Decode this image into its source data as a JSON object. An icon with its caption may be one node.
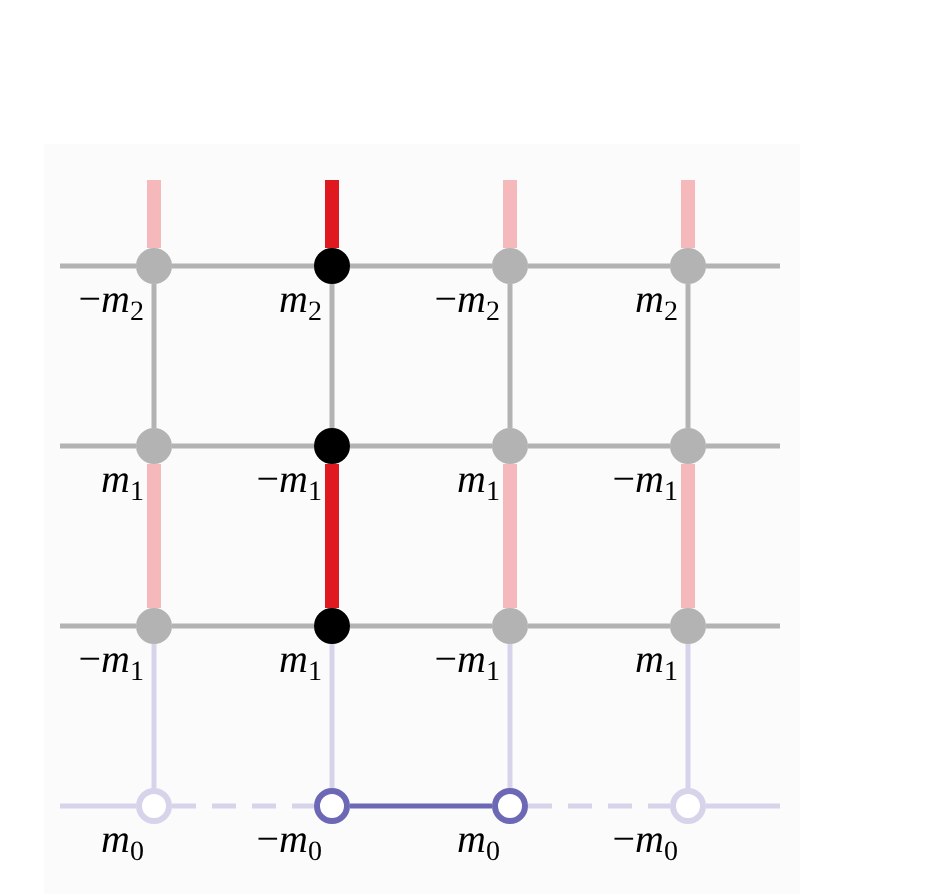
{
  "diagram": {
    "nodes": [
      {
        "text": [],
        "shape": "circle",
        "beside": [
          "−*m*$_{2}$"
        ]
      },
      {
        "text": [],
        "shape": "circle",
        "beside": [
          "*m*$_{2}$"
        ]
      },
      {
        "text": [],
        "shape": "circle",
        "beside": [
          "−*m*$_{2}$"
        ]
      },
      {
        "text": [],
        "shape": "circle",
        "beside": [
          "*m*$_{2}$"
        ]
      },
      {
        "text": [],
        "shape": "circle",
        "beside": [
          "*m*$_{1}$"
        ]
      },
      {
        "text": [],
        "shape": "circle",
        "beside": [
          "−*m*$_{1}$"
        ]
      },
      {
        "text": [],
        "shape": "circle",
        "beside": [
          "*m*$_{1}$"
        ]
      },
      {
        "text": [],
        "shape": "circle",
        "beside": [
          "−*m*$_{1}$"
        ]
      },
      {
        "text": [],
        "shape": "circle",
        "beside": [
          "−*m*$_{1}$"
        ]
      },
      {
        "text": [],
        "shape": "circle",
        "beside": [
          "*m*$_{1}$"
        ]
      },
      {
        "text": [],
        "shape": "circle",
        "beside": [
          "−*m*$_{1}$"
        ]
      },
      {
        "text": [],
        "shape": "circle",
        "beside": [
          "*m*$_{1}$"
        ]
      },
      {
        "text": [],
        "shape": "circle",
        "beside": [
          "*m*$_{0}$"
        ]
      },
      {
        "text": [],
        "shape": "circle",
        "beside": [
          "−*m*$_{0}$"
        ]
      },
      {
        "text": [],
        "shape": "circle",
        "beside": [
          "*m*$_{0}$"
        ]
      },
      {
        "text": [],
        "shape": "circle",
        "beside": [
          "−*m*$_{0}$"
        ]
      }
    ],
    "edges": [
      {
        "from": null,
        "to": 0,
        "arrow": "none"
      },
      {
        "from": 0,
        "to": 1,
        "arrow": "none"
      },
      {
        "from": 1,
        "to": 2,
        "arrow": "none"
      },
      {
        "from": 2,
        "to": 3,
        "arrow": "none"
      },
      {
        "from": 3,
        "to": null,
        "arrow": "none"
      },
      {
        "from": null,
        "to": 4,
        "arrow": "none"
      },
      {
        "from": 4,
        "to": 5,
        "arrow": "none"
      },
      {
        "from": 5,
        "to": 6,
        "arrow": "none"
      },
      {
        "from": 6,
        "to": 7,
        "arrow": "none"
      },
      {
        "from": 7,
        "to": null,
        "arrow": "none"
      },
      {
        "from": null,
        "to": 8,
        "arrow": "none"
      },
      {
        "from": 8,
        "to": 9,
        "arrow": "none"
      },
      {
        "from": 9,
        "to": 10,
        "arrow": "none"
      },
      {
        "from": 10,
        "to": 11,
        "arrow": "none"
      },
      {
        "from": 11,
        "to": null,
        "arrow": "none"
      },
      {
        "from": null,
        "to": 12,
        "arrow": "none",
        "color": "#d7d3ea"
      },
      {
        "from": 12,
        "to": 13,
        "arrow": "none",
        "style": "dashed",
        "color": "#d7d3ea"
      },
      {
        "from": 13,
        "to": 14,
        "arrow": "none",
        "color": "#6d68b5"
      },
      {
        "from": 14,
        "to": 15,
        "arrow": "none",
        "style": "dashed",
        "color": "#d7d3ea"
      },
      {
        "from": 15,
        "to": null,
        "arrow": "none",
        "color": "#d7d3ea"
      },
      {
        "from": null,
        "to": 0,
        "arrow": "none",
        "style": "thick",
        "color": "#f5b8bb"
      },
      {
        "from": 0,
        "to": 4,
        "arrow": "none"
      },
      {
        "from": 4,
        "to": 8,
        "arrow": "none",
        "style": "thick",
        "color": "#f5b8bb"
      },
      {
        "from": 8,
        "to": 12,
        "arrow": "none",
        "color": "#d7d3ea"
      },
      {
        "from": null,
        "to": 1,
        "arrow": "none",
        "style": "thick",
        "color": "#e0181f"
      },
      {
        "from": 1,
        "to": 5,
        "arrow": "none"
      },
      {
        "from": 5,
        "to": 9,
        "arrow": "none",
        "style": "thick",
        "color": "#e0181f"
      },
      {
        "from": 9,
        "to": 13,
        "arrow": "none",
        "color": "#d7d3ea"
      },
      {
        "from": null,
        "to": 2,
        "arrow": "none",
        "style": "thick",
        "color": "#f5b8bb"
      },
      {
        "from": 2,
        "to": 6,
        "arrow": "none"
      },
      {
        "from": 6,
        "to": 10,
        "arrow": "none",
        "style": "thick",
        "color": "#f5b8bb"
      },
      {
        "from": 10,
        "to": 14,
        "arrow": "none",
        "color": "#d7d3ea"
      },
      {
        "from": null,
        "to": 3,
        "arrow": "none",
        "style": "thick",
        "color": "#f5b8bb"
      },
      {
        "from": 3,
        "to": 7,
        "arrow": "none"
      },
      {
        "from": 7,
        "to": 11,
        "arrow": "none",
        "style": "thick",
        "color": "#f5b8bb"
      },
      {
        "from": 11,
        "to": 15,
        "arrow": "none",
        "color": "#d7d3ea"
      }
    ]
  }
}
